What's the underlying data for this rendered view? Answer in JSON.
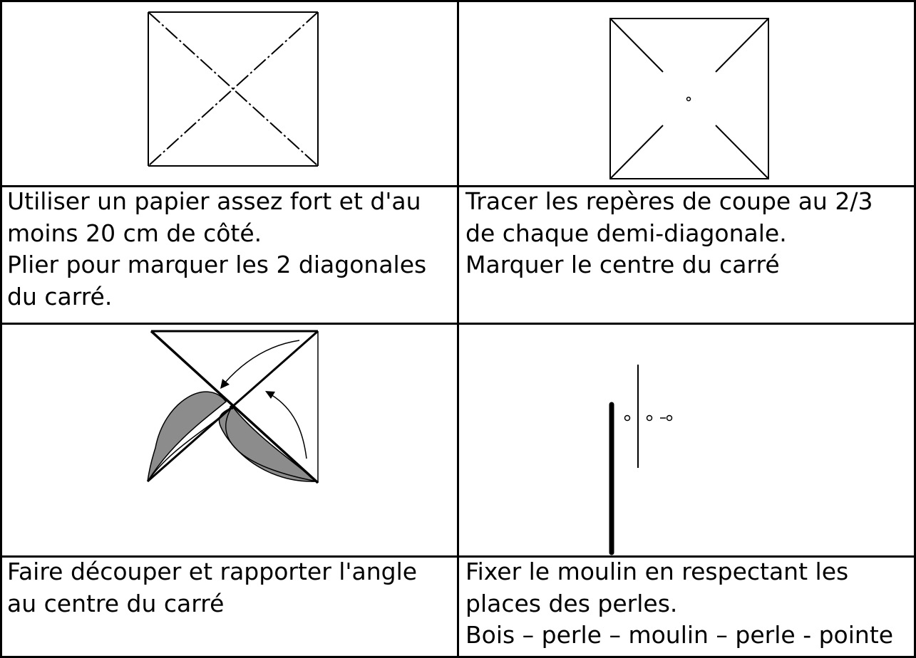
{
  "steps": [
    {
      "figure_icon": "square-folded-diagonals-icon",
      "lines": [
        "Utiliser un papier assez fort et d'au",
        "moins 20 cm de côté.",
        "Plier pour marquer les 2 diagonales",
        "du carré."
      ]
    },
    {
      "figure_icon": "square-cut-marks-icon",
      "lines": [
        "Tracer les repères de coupe au 2/3",
        "de chaque demi-diagonale.",
        "Marquer le centre du carré"
      ]
    },
    {
      "figure_icon": "pinwheel-folding-icon",
      "lines": [
        "Faire découper et rapporter l'angle",
        "au centre du carré"
      ]
    },
    {
      "figure_icon": "pinwheel-assembly-icon",
      "lines": [
        "Fixer le moulin en respectant les",
        "places des perles.",
        "Bois – perle – moulin – perle - pointe"
      ]
    }
  ],
  "colors": {
    "border": "#000000",
    "shaded": "#8c8c8c"
  }
}
